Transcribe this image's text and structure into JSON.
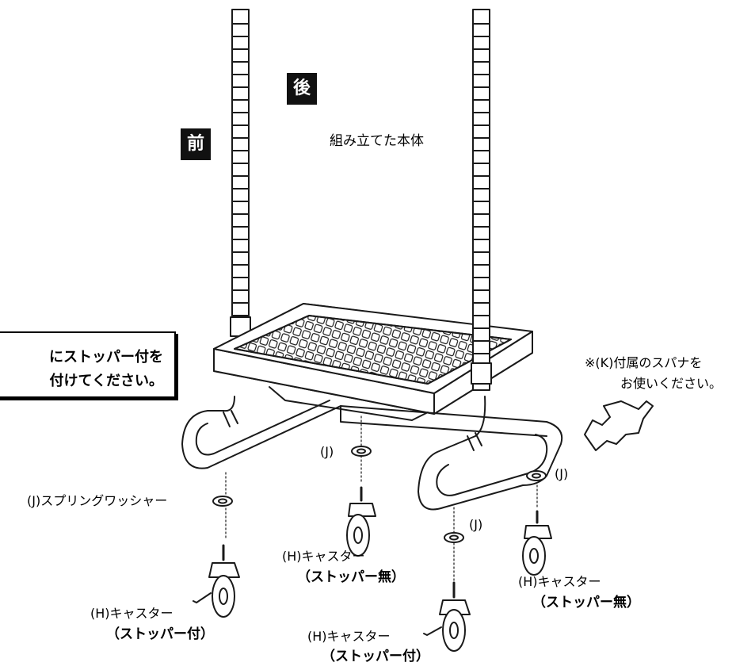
{
  "position_labels": {
    "front": "前",
    "back": "後"
  },
  "assembled_body_label": "組み立てた本体",
  "callout": {
    "line1": "にストッパー付を",
    "line2": "付けてください。"
  },
  "wrench_note": {
    "line1": "※(K)付属のスパナを",
    "line2": "お使いください。"
  },
  "washer_label_long": "(J)スプリングワッシャー",
  "washer_label_short": "(J)",
  "casters": [
    {
      "line1": "(H)キャスター",
      "line2": "（ストッパー付）"
    },
    {
      "line1": "(H)キャスター",
      "line2": "（ストッパー無）"
    },
    {
      "line1": "(H)キャスター",
      "line2": "（ストッパー付）"
    },
    {
      "line1": "(H)キャスター",
      "line2": "（ストッパー無）"
    }
  ],
  "colors": {
    "line": "#1a1a1a",
    "badge": "#111111",
    "background": "#ffffff"
  }
}
